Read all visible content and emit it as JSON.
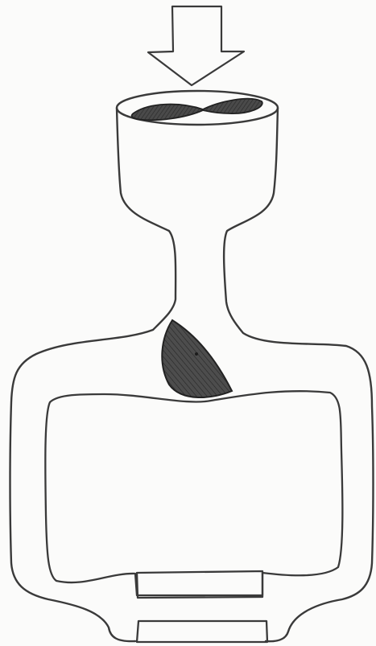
{
  "drawing": {
    "style": "hand-drawn pen sketch",
    "colors": {
      "paper": "#fbfbfa",
      "ink": "#3a3a3a",
      "fill": "#4a4a4a"
    },
    "parts": [
      "downward-arrow",
      "funnel-cup",
      "dark-material-in-cup",
      "narrow-neck",
      "dark-half-disc-valve",
      "hollow-rectangular-chamber",
      "upper-outlet-block",
      "lower-outlet-block"
    ]
  }
}
